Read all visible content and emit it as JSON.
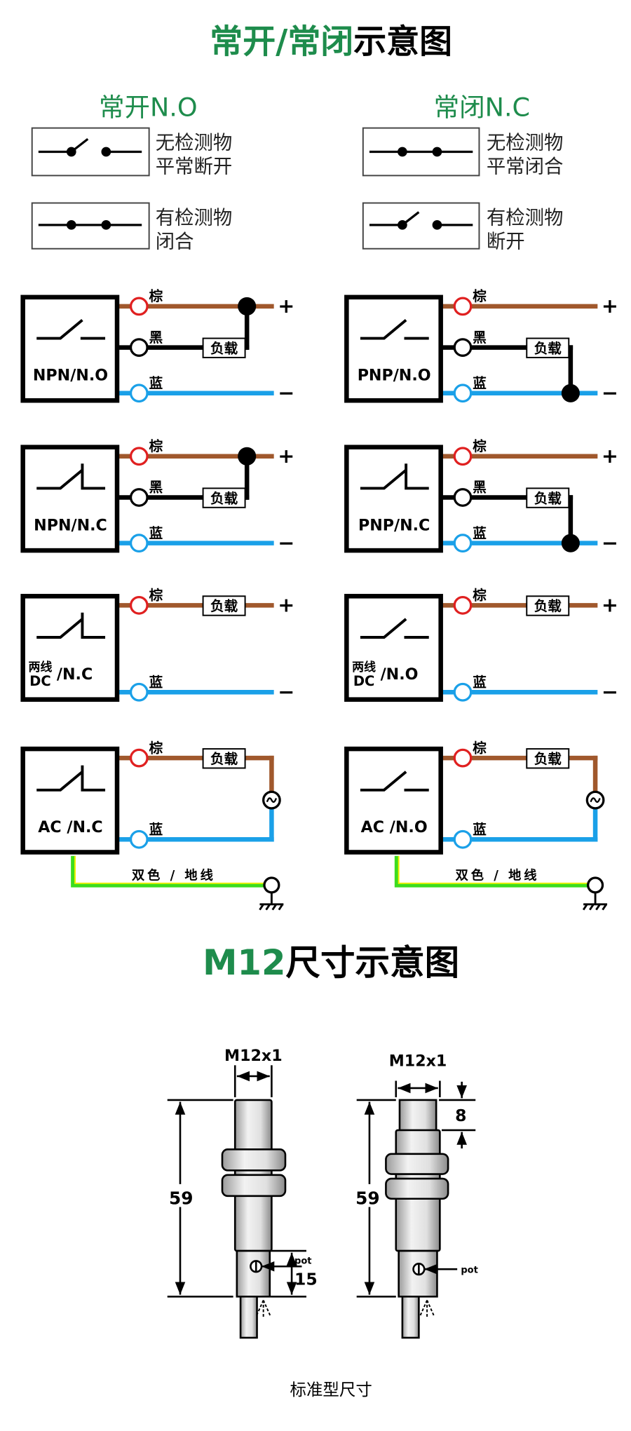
{
  "title": {
    "green_part": "常开/常闭",
    "black_part": "示意图"
  },
  "colors": {
    "green": "#1e8c4c",
    "brown": "#a0582c",
    "blue": "#1aa0e8",
    "red": "#e02020",
    "ground_green": "#3cdc1e",
    "ground_yellow": "#f0f000"
  },
  "legend": {
    "no": {
      "heading": "常开N.O",
      "state1": [
        "无检测物",
        "平常断开"
      ],
      "state2": [
        "有检测物",
        "闭合"
      ]
    },
    "nc": {
      "heading": "常闭N.C",
      "state1": [
        "无检测物",
        "平常闭合"
      ],
      "state2": [
        "有检测物",
        "断开"
      ]
    }
  },
  "wire_labels": {
    "brown": "棕",
    "black": "黑",
    "blue": "蓝",
    "load": "负载",
    "plus": "+",
    "minus": "−",
    "ground": "双色 / 地线"
  },
  "diagrams": [
    {
      "type": "npn",
      "contact": "no",
      "label": "NPN/N.O"
    },
    {
      "type": "pnp",
      "contact": "no",
      "label": "PNP/N.O"
    },
    {
      "type": "npn",
      "contact": "nc",
      "label": "NPN/N.C"
    },
    {
      "type": "pnp",
      "contact": "nc",
      "label": "PNP/N.C"
    },
    {
      "type": "dc2",
      "contact": "nc",
      "label": "/N.C",
      "prefix_top": "两线",
      "prefix_bottom": "DC"
    },
    {
      "type": "dc2",
      "contact": "no",
      "label": "/N.O",
      "prefix_top": "两线",
      "prefix_bottom": "DC"
    },
    {
      "type": "ac",
      "contact": "nc",
      "label": "AC /N.C"
    },
    {
      "type": "ac",
      "contact": "no",
      "label": "AC /N.O"
    }
  ],
  "dimensions": {
    "title_green": "M12",
    "title_black": "尺寸示意图",
    "left": {
      "thread": "M12x1",
      "length": "59",
      "pot_label": "pot",
      "pot_offset": "15"
    },
    "right": {
      "thread": "M12x1",
      "length": "59",
      "head": "8",
      "pot_label": "pot"
    },
    "caption": "标准型尺寸"
  }
}
